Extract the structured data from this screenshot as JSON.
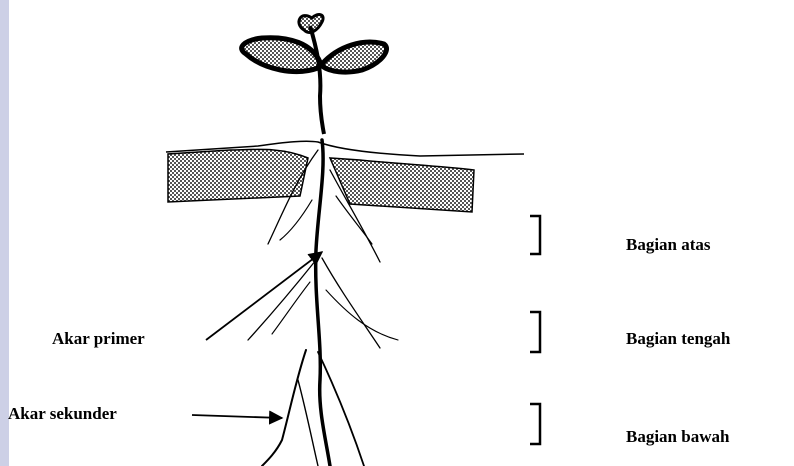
{
  "diagram": {
    "pointers": {
      "primary_root": "Akar primer",
      "secondary_root": "Akar sekunder"
    },
    "sections": [
      {
        "label": "Bagian atas"
      },
      {
        "label": "Bagian tengah"
      },
      {
        "label": "Bagian bawah"
      }
    ]
  }
}
